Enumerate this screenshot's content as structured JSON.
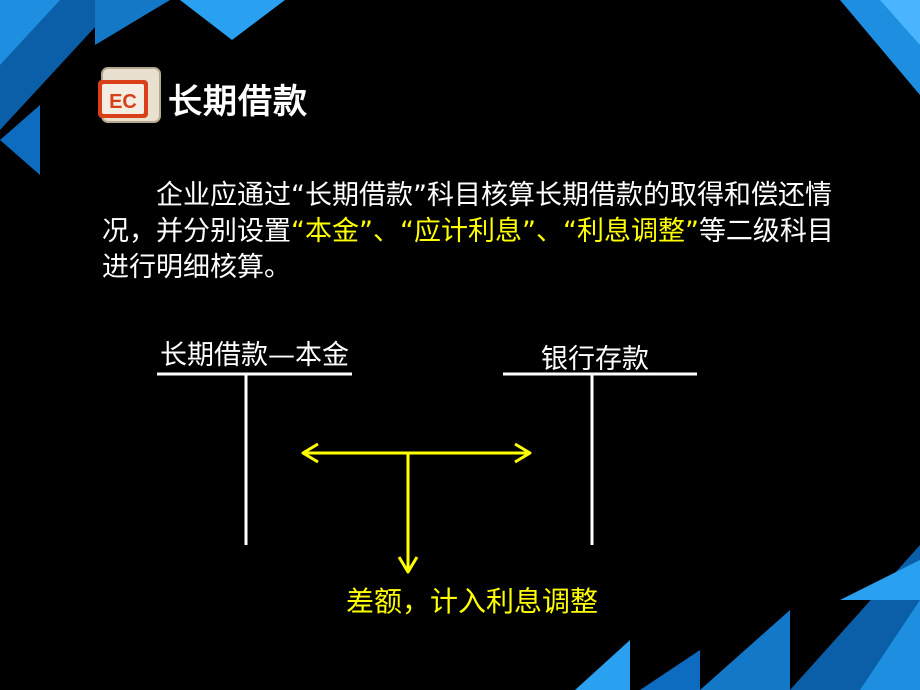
{
  "slide": {
    "title": "长期借款",
    "logo": {
      "icon": "presentation-logo-icon",
      "text": "EC"
    },
    "paragraph": [
      {
        "text": "企业应通过“长期借款”科目核算长期借款的取得和偿还情况，并分别设置",
        "highlight": false
      },
      {
        "text": "“本金”、“应计利息”、“利息调整”",
        "highlight": true
      },
      {
        "text": "等二级科目进行明细核算。",
        "highlight": false
      }
    ],
    "accounts": {
      "left_label": "长期借款—本金",
      "right_label": "银行存款"
    },
    "arrow_note": "差额，计入利息调整",
    "colors": {
      "background": "#000000",
      "text": "#ffffff",
      "highlight": "#ffff00",
      "accent_blue": "#1e90ff"
    }
  }
}
